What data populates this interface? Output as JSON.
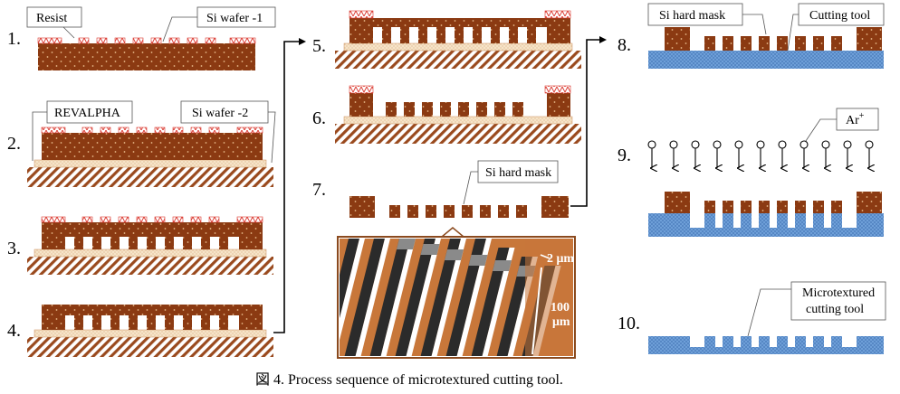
{
  "steps": [
    "1.",
    "2.",
    "3.",
    "4.",
    "5.",
    "6.",
    "7.",
    "8.",
    "9.",
    "10."
  ],
  "labels": {
    "resist": "Resist",
    "si_wafer_1": "Si wafer -1",
    "revalpha": "REVALPHA",
    "si_wafer_2": "Si wafer -2",
    "si_hard_mask_7": "Si hard mask",
    "si_hard_mask_8": "Si hard mask",
    "cutting_tool": "Cutting tool",
    "ar_base": "Ar",
    "ar_sup": "+",
    "microtextured_line1": "Microtextured",
    "microtextured_line2": "cutting tool"
  },
  "micrograph": {
    "dim_small": "2 μm",
    "dim_large_value": "100",
    "dim_large_unit": "μm"
  },
  "caption": "図 4. Process sequence of microtextured cutting tool.",
  "colors": {
    "silicon": "#8B3A12",
    "resist": "#D9342B",
    "revalpha": "#F6E4C8",
    "base_hatch": "#9A4A1E",
    "tool": "#6E9FD8",
    "micrograph_bg": "#C8773A"
  }
}
